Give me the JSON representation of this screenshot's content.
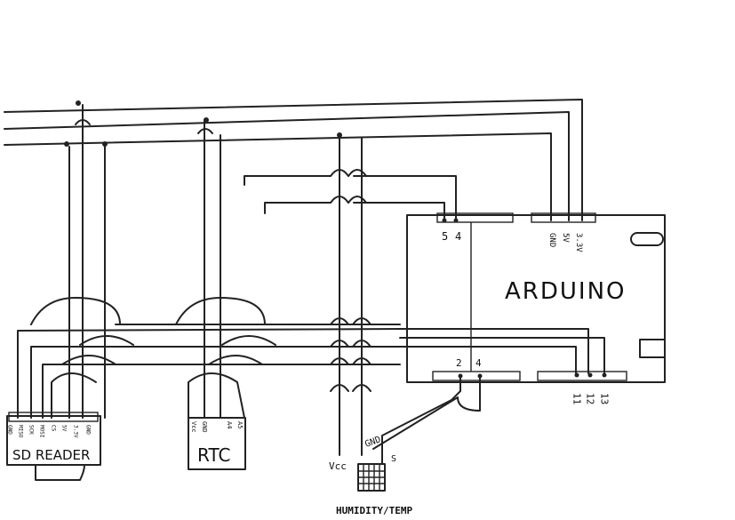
{
  "arduino": {
    "label": "ARDUINO",
    "top_pins": [
      "5",
      "4"
    ],
    "power_pins": [
      "GND",
      "5V",
      "3.3V"
    ],
    "bottom_analog": [
      "2",
      "4"
    ],
    "bottom_digital": [
      "11",
      "12",
      "13"
    ]
  },
  "sd_reader": {
    "label": "SD READER",
    "pins": [
      "GND",
      "MISO",
      "SCK",
      "MOSI",
      "CS",
      "5V",
      "3.3V",
      "GND"
    ]
  },
  "rtc": {
    "label": "RTC",
    "pins": [
      "Vcc",
      "GND",
      "A4",
      "A5"
    ]
  },
  "sensor": {
    "label": "HUMIDITY/TEMP",
    "pins": [
      "Vcc",
      "GND",
      "S"
    ]
  },
  "colors": {
    "ink": "#222222",
    "paper": "#ffffff"
  }
}
